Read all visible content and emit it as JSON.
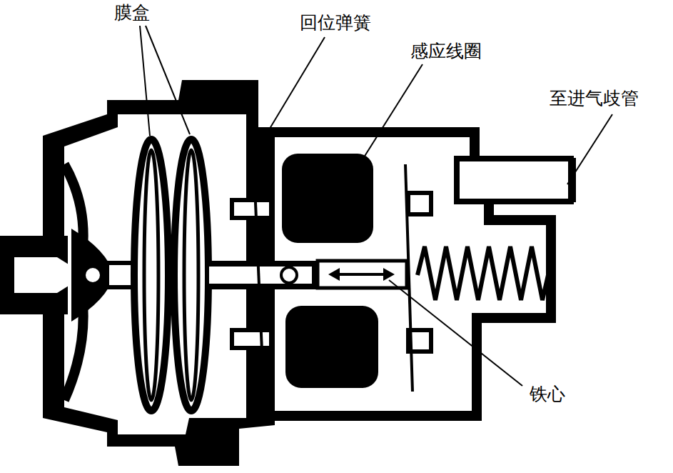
{
  "diagram": {
    "labels": [
      "膜盒",
      "回位弹簧",
      "感应线圈",
      "至进气歧管",
      "铁心"
    ]
  }
}
